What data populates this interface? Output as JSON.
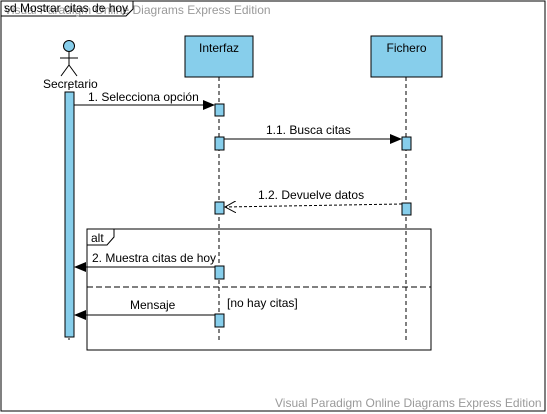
{
  "diagram": {
    "frame_title": "sd Mostrar citas de hoy",
    "watermark_top": "Visual Paradigm Online Diagrams Express Edition",
    "watermark_bottom": "Visual Paradigm Online Diagrams Express Edition",
    "actor": {
      "name": "Secretario",
      "icon": "stick-figure-icon"
    },
    "lifelines": [
      {
        "id": "interfaz",
        "label": "Interfaz"
      },
      {
        "id": "fichero",
        "label": "Fichero"
      }
    ],
    "messages": [
      {
        "id": "m1",
        "label": "1. Selecciona opción",
        "from": "Secretario",
        "to": "Interfaz",
        "style": "sync"
      },
      {
        "id": "m2",
        "label": "1.1. Busca citas",
        "from": "Interfaz",
        "to": "Fichero",
        "style": "sync"
      },
      {
        "id": "m3",
        "label": "1.2. Devuelve datos",
        "from": "Fichero",
        "to": "Interfaz",
        "style": "return"
      },
      {
        "id": "m4",
        "label": "2. Muestra citas de hoy",
        "from": "Interfaz",
        "to": "Secretario",
        "style": "sync"
      },
      {
        "id": "m5",
        "label": "Mensaje",
        "from": "Interfaz",
        "to": "Secretario",
        "style": "sync"
      }
    ],
    "fragment": {
      "operator": "alt",
      "guard": "[no hay citas]"
    },
    "colors": {
      "lifeline_fill": "#87CEEB",
      "line": "#000000",
      "watermark": "#9a9a9a"
    }
  }
}
